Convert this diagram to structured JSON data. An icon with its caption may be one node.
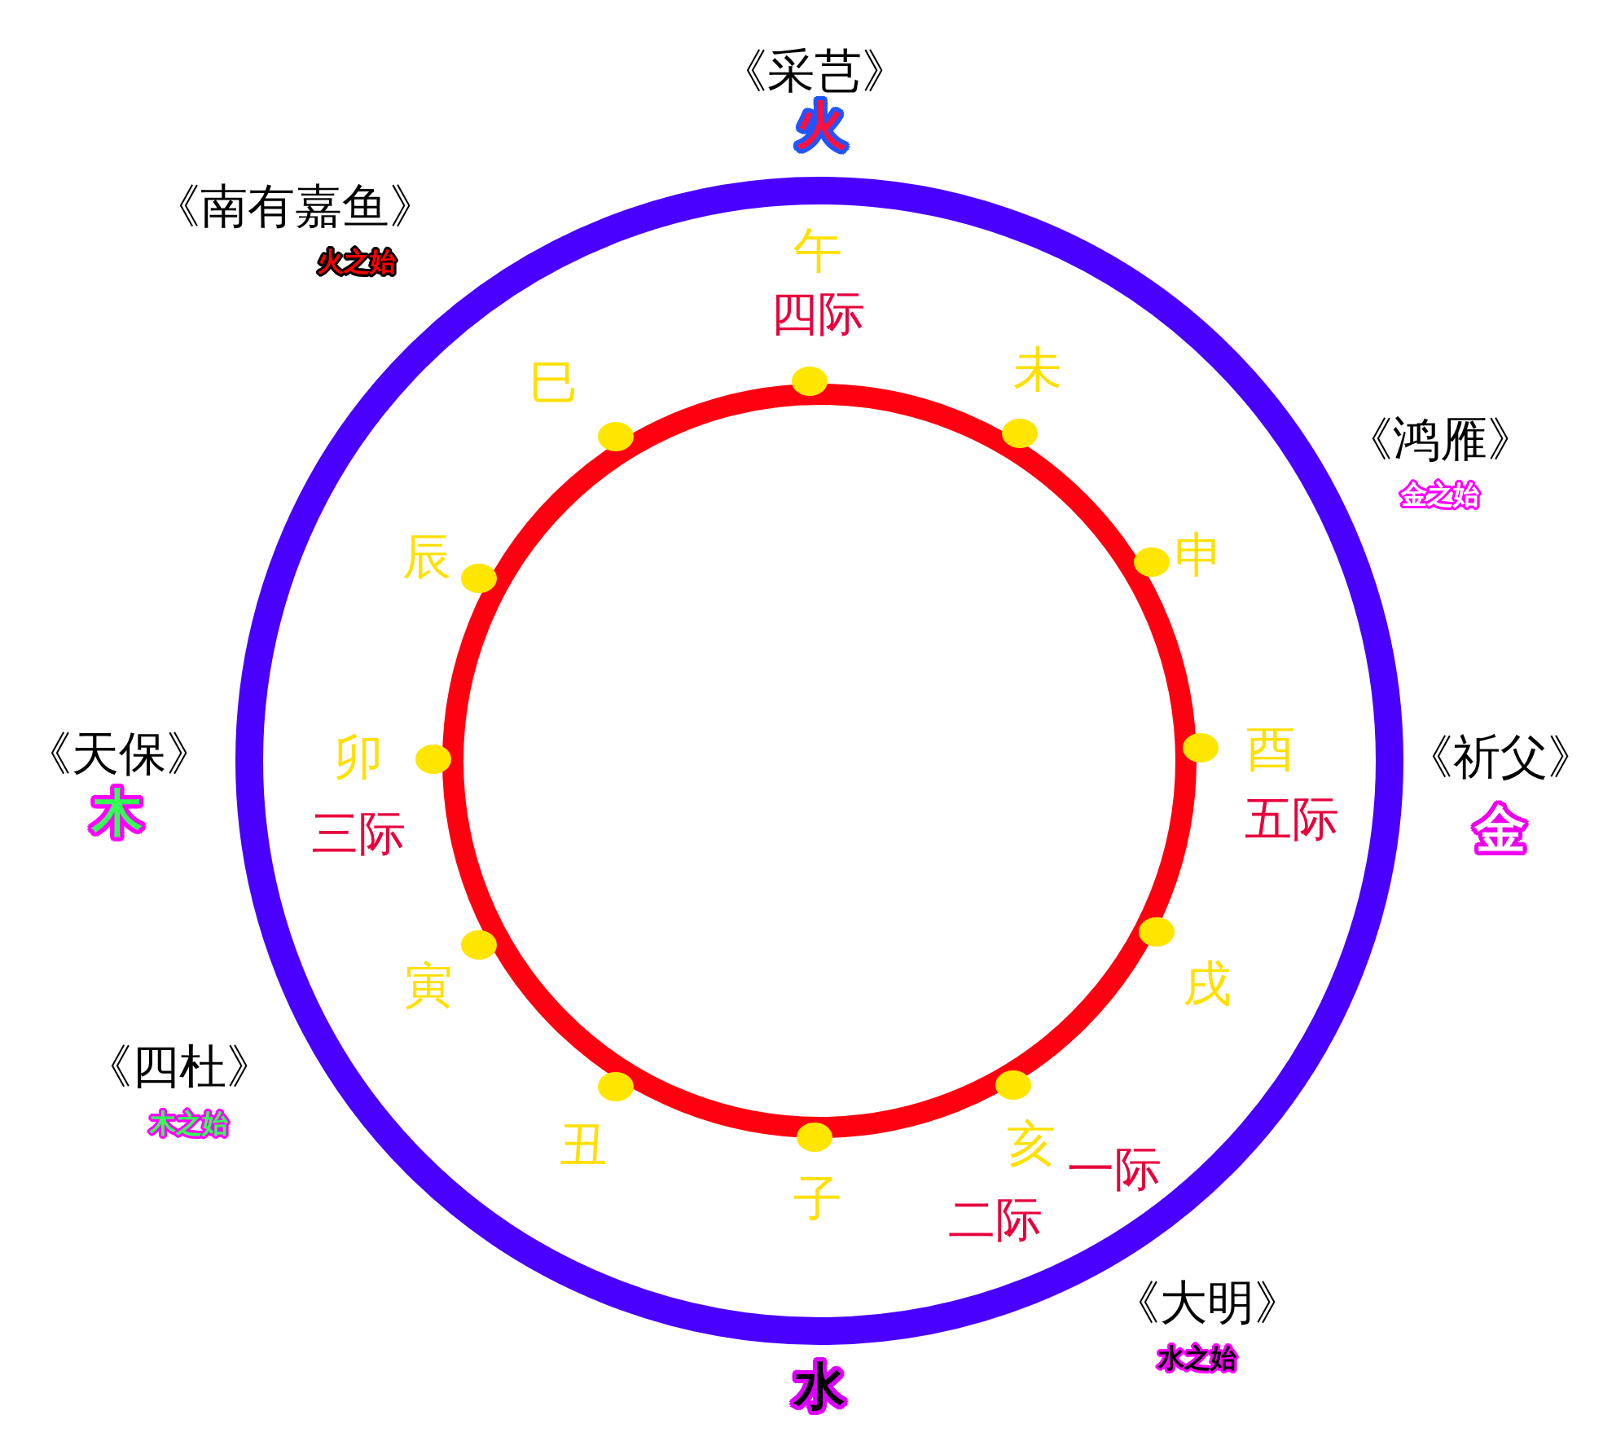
{
  "diagram": {
    "labels": [
      "《采芑》",
      "火",
      "《南有嘉鱼》",
      "午",
      "火之始",
      "四际",
      "巳",
      "未",
      "《鸿雁》",
      "金之始",
      "辰",
      "申",
      "《天保》",
      "卯",
      "酉",
      "《祈父》",
      "木",
      "三际",
      "五际",
      "金",
      "寅",
      "戌",
      "《四杜》",
      "木之始",
      "丑",
      "亥",
      "一际",
      "子",
      "二际",
      "《大明》",
      "水之始",
      "水"
    ]
  }
}
